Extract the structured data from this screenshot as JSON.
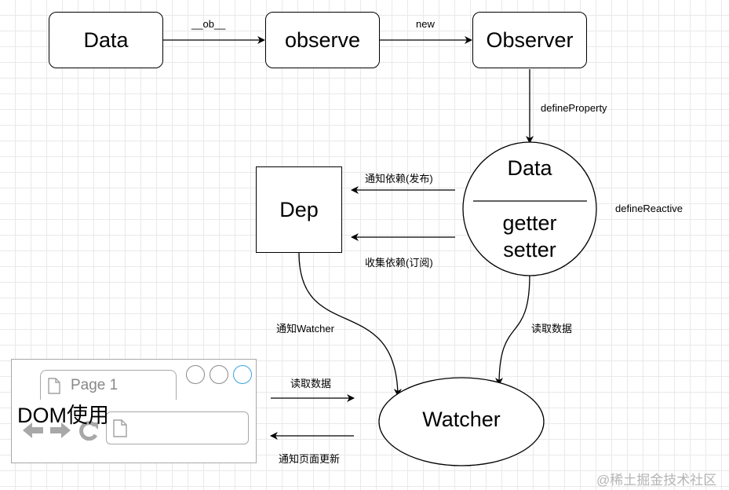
{
  "nodes": {
    "data_top": "Data",
    "observe": "observe",
    "observer": "Observer",
    "dep": "Dep",
    "data_circle_title": "Data",
    "data_circle_getter": "getter",
    "data_circle_setter": "setter",
    "watcher": "Watcher"
  },
  "edges": {
    "ob": "__ob__",
    "new": "new",
    "define_property": "defineProperty",
    "define_reactive": "defineReactive",
    "notify_deps": "通知依赖(发布)",
    "collect_deps": "收集依赖(订阅)",
    "notify_watcher": "通知Watcher",
    "read_data_right": "读取数据",
    "read_data_dom": "读取数据",
    "notify_page_update": "通知页面更新"
  },
  "browser": {
    "tab_label": "Page 1",
    "dom_label": "DOM使用"
  },
  "watermark": "@稀土掘金技术社区"
}
